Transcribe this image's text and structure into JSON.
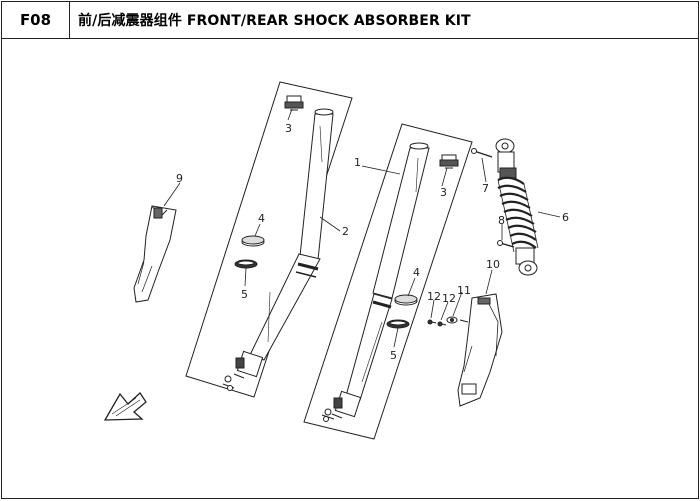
{
  "header": {
    "code": "F08",
    "title": "前/后减震器组件 FRONT/REAR SHOCK ABSORBER KIT"
  },
  "callouts": [
    {
      "id": "c1",
      "label": "1"
    },
    {
      "id": "c2",
      "label": "2"
    },
    {
      "id": "c3a",
      "label": "3"
    },
    {
      "id": "c3b",
      "label": "3"
    },
    {
      "id": "c4a",
      "label": "4"
    },
    {
      "id": "c4b",
      "label": "4"
    },
    {
      "id": "c5a",
      "label": "5"
    },
    {
      "id": "c5b",
      "label": "5"
    },
    {
      "id": "c6",
      "label": "6"
    },
    {
      "id": "c7",
      "label": "7"
    },
    {
      "id": "c8",
      "label": "8"
    },
    {
      "id": "c9",
      "label": "9"
    },
    {
      "id": "c10",
      "label": "10"
    },
    {
      "id": "c11",
      "label": "11"
    },
    {
      "id": "c12a",
      "label": "12"
    },
    {
      "id": "c12b",
      "label": "12"
    }
  ]
}
